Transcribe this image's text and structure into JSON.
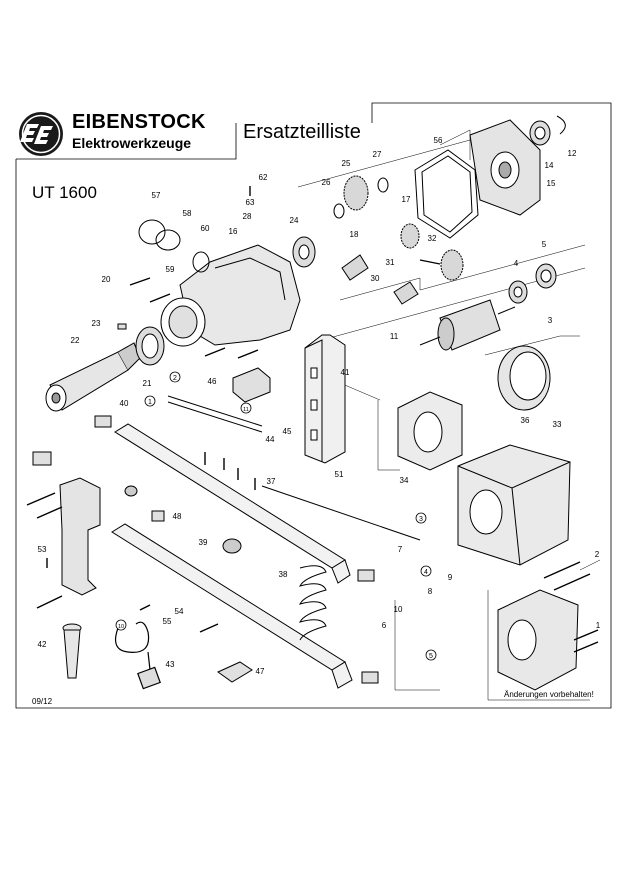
{
  "header": {
    "brand": "EIBENSTOCK",
    "subtitle": "Elektrowerkzeuge",
    "title": "Ersatzteilliste",
    "model": "UT 1600",
    "logo_letters": "EE"
  },
  "footer": {
    "date": "09/12",
    "note": "Änderungen vorbehalten!"
  },
  "part_labels": [
    "1",
    "2",
    "3",
    "4",
    "5",
    "6",
    "7",
    "8",
    "9",
    "10",
    "11",
    "12",
    "14",
    "15",
    "16",
    "17",
    "18",
    "20",
    "21",
    "22",
    "23",
    "24",
    "25",
    "26",
    "27",
    "28",
    "30",
    "31",
    "32",
    "33",
    "34",
    "36",
    "37",
    "38",
    "39",
    "40",
    "41",
    "42",
    "43",
    "44",
    "45",
    "46",
    "47",
    "48",
    "51",
    "53",
    "54",
    "55",
    "56",
    "57",
    "58",
    "59",
    "60",
    "62",
    "63"
  ],
  "circled_labels": [
    "1",
    "2",
    "3",
    "4",
    "5",
    "10",
    "11"
  ]
}
